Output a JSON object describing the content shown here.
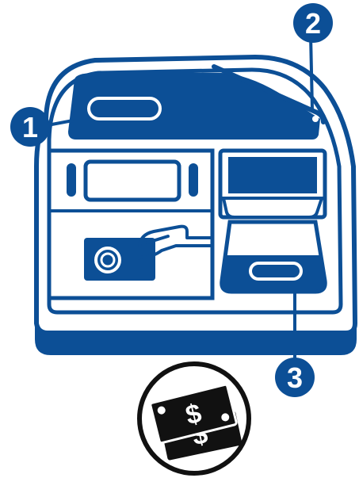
{
  "colors": {
    "primary": "#0c4f96",
    "outline": "#111111",
    "background": "#ffffff"
  },
  "callouts": [
    {
      "number": "1",
      "target": "top-card-slot"
    },
    {
      "number": "2",
      "target": "top-lid-edge"
    },
    {
      "number": "3",
      "target": "cash-tray"
    }
  ],
  "cash_icon": {
    "symbol": "$",
    "icon": "cash-banknote-icon"
  }
}
